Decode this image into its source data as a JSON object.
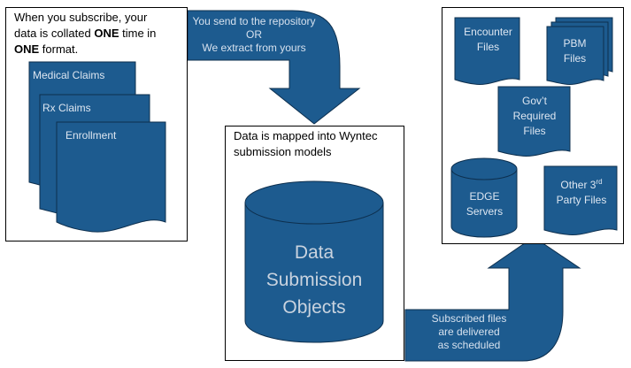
{
  "colors": {
    "shape_fill": "#1d5b8f",
    "shape_stroke": "#0d2f4e",
    "box_border": "#000000",
    "arrow_text": "#d6e1ee"
  },
  "subscribe_box": {
    "line1": "When you subscribe, your",
    "line2_pre": "data is collated ",
    "line2_bold": "ONE",
    "line2_post": " time in",
    "line3_bold": "ONE",
    "line3_post": " format.",
    "documents": [
      "Medical Claims",
      "Rx Claims",
      "Enrollment"
    ]
  },
  "top_arrow": {
    "lines": [
      "You send to the repository",
      "OR",
      "We extract from yours"
    ]
  },
  "mapping_box": {
    "title_line1": "Data is mapped into Wyntec",
    "title_line2": "submission models",
    "cylinder_lines": [
      "Data",
      "Submission",
      "Objects"
    ]
  },
  "bottom_arrow": {
    "lines": [
      "Subscribed files",
      "are delivered",
      "as scheduled"
    ]
  },
  "outputs_box": {
    "encounter": [
      "Encounter",
      "Files"
    ],
    "pbm": [
      "PBM",
      "Files"
    ],
    "govt": [
      "Gov’t",
      "Required",
      "Files"
    ],
    "edge": [
      "EDGE",
      "Servers"
    ],
    "other_line1_pre": "Other 3",
    "other_line1_sup": "rd",
    "other_line2": "Party Files"
  }
}
